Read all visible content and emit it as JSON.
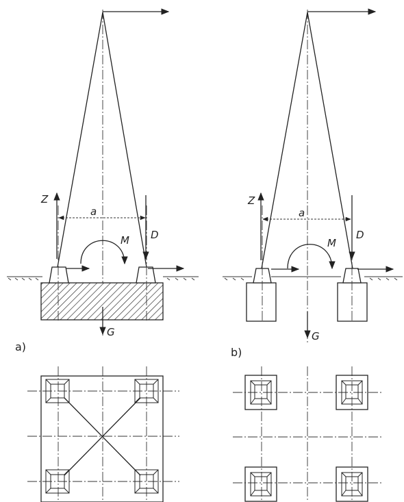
{
  "diagram_a": {
    "panel_label": "a)",
    "labels": {
      "z": "Z",
      "a": "a",
      "m": "M",
      "d": "D",
      "g": "G"
    }
  },
  "diagram_b": {
    "panel_label": "b)",
    "labels": {
      "z": "Z",
      "a": "a",
      "m": "M",
      "d": "D",
      "g": "G"
    }
  }
}
